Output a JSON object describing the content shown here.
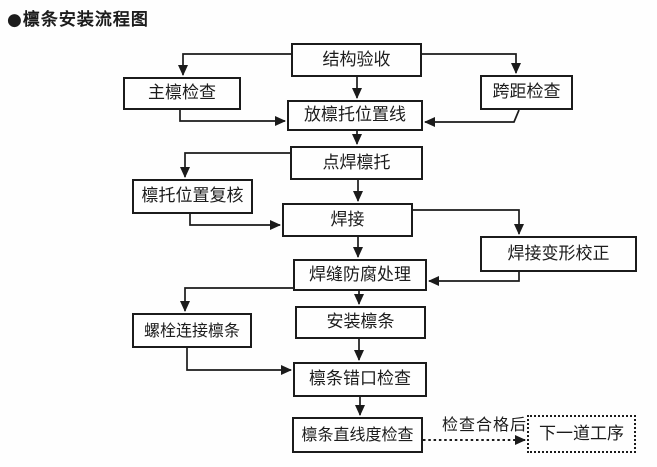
{
  "title": "●檩条安装流程图",
  "flowchart": {
    "nodes": [
      {
        "id": "structure-acceptance",
        "label": "结构验收"
      },
      {
        "id": "main-purlin-check",
        "label": "主檩检查"
      },
      {
        "id": "span-check",
        "label": "跨距检查"
      },
      {
        "id": "purlin-bracket-position-line",
        "label": "放檩托位置线"
      },
      {
        "id": "spot-weld-purlin-bracket",
        "label": "点焊檩托"
      },
      {
        "id": "bracket-position-recheck",
        "label": "檩托位置复核"
      },
      {
        "id": "welding",
        "label": "焊接"
      },
      {
        "id": "weld-deformation-correction",
        "label": "焊接变形校正"
      },
      {
        "id": "weld-anticorrosion-treatment",
        "label": "焊缝防腐处理"
      },
      {
        "id": "bolt-connect-purlin",
        "label": "螺栓连接檩条"
      },
      {
        "id": "install-purlin",
        "label": "安装檩条"
      },
      {
        "id": "purlin-misalignment-check",
        "label": "檩条错口检查"
      },
      {
        "id": "purlin-straightness-check",
        "label": "檩条直线度检查"
      },
      {
        "id": "next-process",
        "label": "下一道工序"
      }
    ],
    "edge_label": "检查合格后",
    "colors": {
      "line": "#1b1b1b",
      "text": "#1c1c1c",
      "background": "#fefefe"
    }
  }
}
